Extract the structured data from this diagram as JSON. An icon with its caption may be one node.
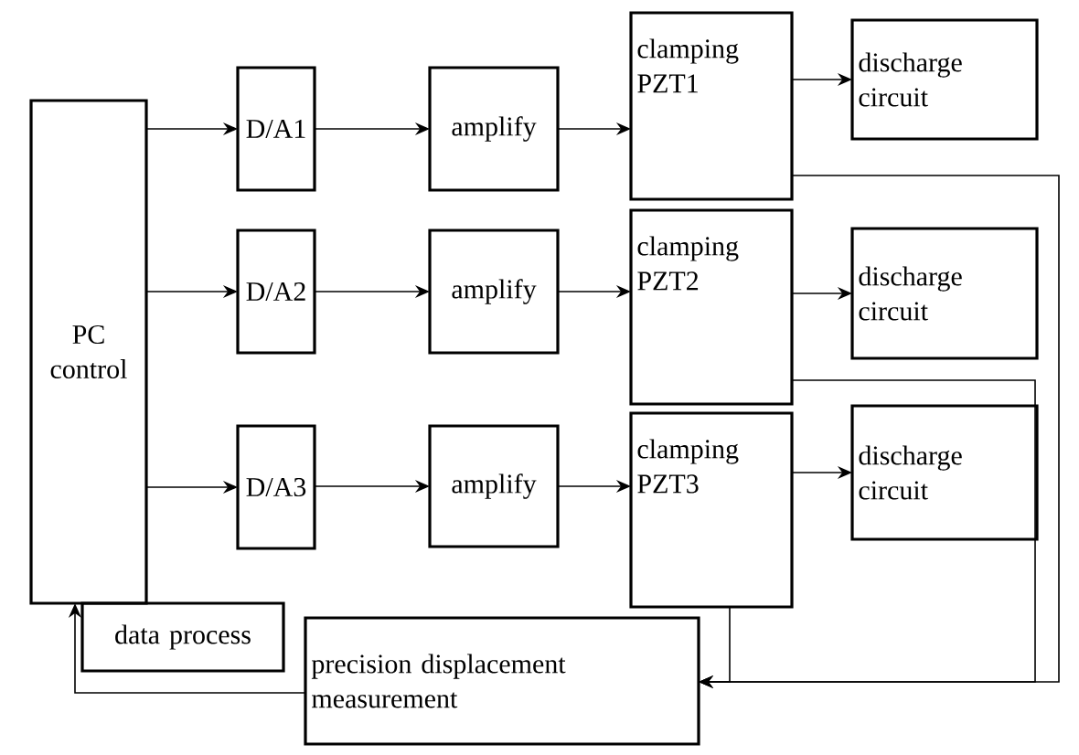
{
  "diagram": {
    "nodes": [
      {
        "text": [
          "PC control"
        ]
      },
      {
        "text": [
          "D/A1"
        ]
      },
      {
        "text": [
          "amplify"
        ]
      },
      {
        "text": [
          "clamping PZT1"
        ]
      },
      {
        "text": [
          "discharge circuit"
        ]
      },
      {
        "text": [
          "D/A2"
        ]
      },
      {
        "text": [
          "amplify"
        ]
      },
      {
        "text": [
          "clamping PZT2"
        ]
      },
      {
        "text": [
          "discharge circuit"
        ]
      },
      {
        "text": [
          "D/A3"
        ]
      },
      {
        "text": [
          "amplify"
        ]
      },
      {
        "text": [
          "clamping PZT3"
        ]
      },
      {
        "text": [
          "discharge circuit"
        ]
      },
      {
        "text": [
          "data process"
        ]
      },
      {
        "text": [
          "precision displacement measurement"
        ]
      }
    ],
    "edges": [
      {
        "from": 0,
        "to": 1,
        "arrow": "to"
      },
      {
        "from": 1,
        "to": 2,
        "arrow": "to"
      },
      {
        "from": 2,
        "to": 3,
        "arrow": "to"
      },
      {
        "from": 3,
        "to": 4,
        "arrow": "to"
      },
      {
        "from": 0,
        "to": 5,
        "arrow": "to"
      },
      {
        "from": 5,
        "to": 6,
        "arrow": "to"
      },
      {
        "from": 6,
        "to": 7,
        "arrow": "to"
      },
      {
        "from": 7,
        "to": 8,
        "arrow": "to"
      },
      {
        "from": 0,
        "to": 9,
        "arrow": "to"
      },
      {
        "from": 9,
        "to": 10,
        "arrow": "to"
      },
      {
        "from": 10,
        "to": 11,
        "arrow": "to"
      },
      {
        "from": 11,
        "to": 12,
        "arrow": "to"
      },
      {
        "from": 3,
        "to": 14,
        "arrow": "to"
      },
      {
        "from": 7,
        "to": 14,
        "arrow": "to"
      },
      {
        "from": 11,
        "to": 14,
        "arrow": "to"
      },
      {
        "from": 14,
        "to": 0,
        "arrow": "to"
      }
    ]
  }
}
